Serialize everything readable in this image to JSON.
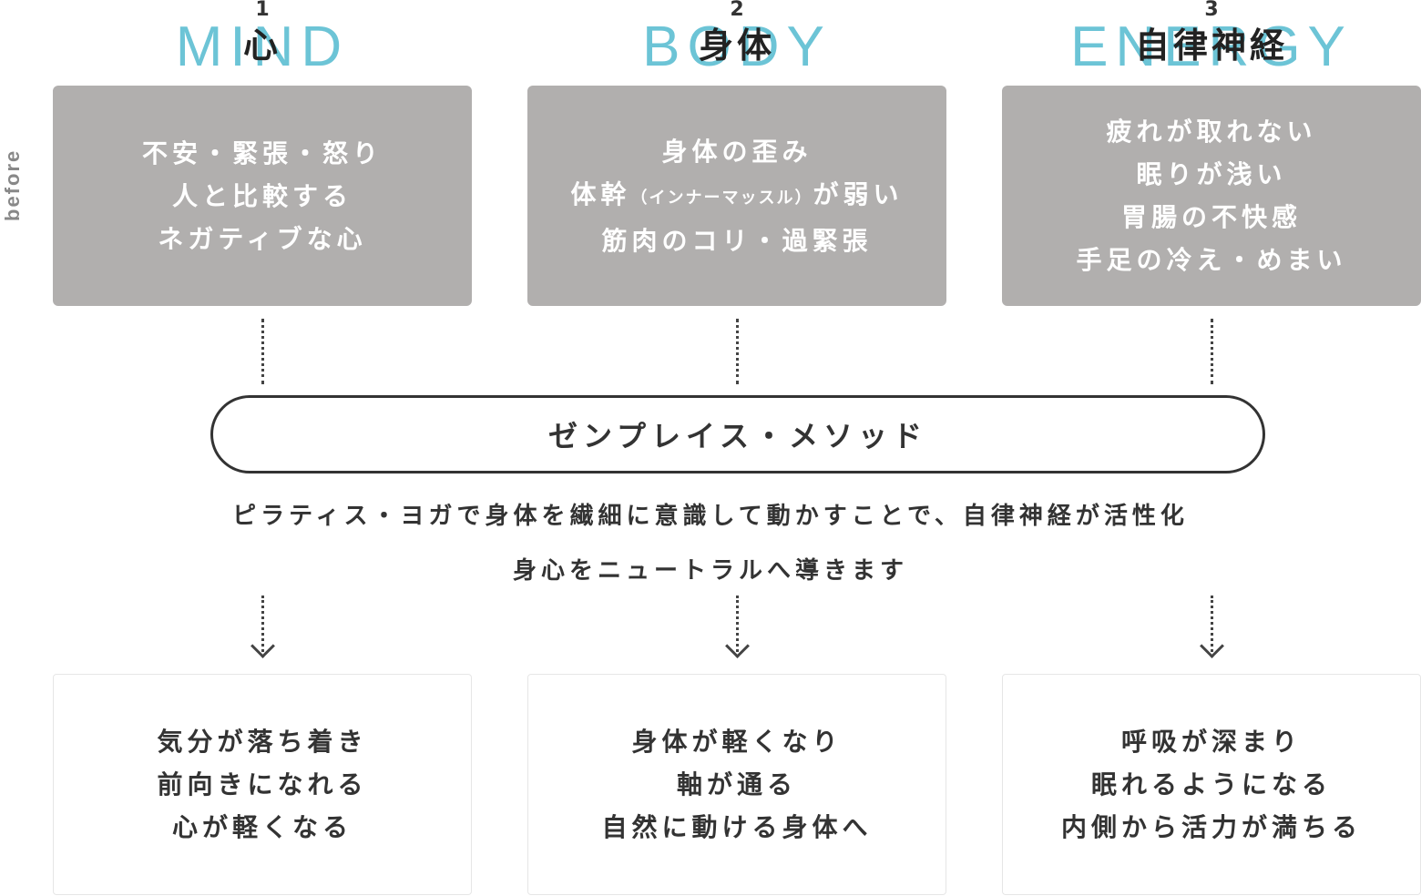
{
  "side_label": "before",
  "columns": [
    {
      "number": "1",
      "english": "MIND",
      "japanese": "心",
      "before_lines": [
        "不安・緊張・怒り",
        "人と比較する",
        "ネガティブな心"
      ],
      "after_lines": [
        "気分が落ち着き",
        "前向きになれる",
        "心が軽くなる"
      ]
    },
    {
      "number": "2",
      "english": "BODY",
      "japanese": "身体",
      "before_lines": [
        "身体の歪み",
        "体幹",
        "（インナーマッスル）",
        "が弱い",
        "筋肉のコリ・過緊張"
      ],
      "after_lines": [
        "身体が軽くなり",
        "軸が通る",
        "自然に動ける身体へ"
      ]
    },
    {
      "number": "3",
      "english": "ENERGY",
      "japanese": "自律神経",
      "before_lines": [
        "疲れが取れない",
        "眠りが浅い",
        "胃腸の不快感",
        "手足の冷え・めまい"
      ],
      "after_lines": [
        "呼吸が深まり",
        "眠れるようになる",
        "内側から活力が満ちる"
      ]
    }
  ],
  "method": {
    "name": "ゼンプレイス・メソッド",
    "description_line1": "ピラティス・ヨガで身体を繊細に意識して動かすことで、自律神経が活性化",
    "description_line2": "身心をニュートラルへ導きます"
  },
  "colors": {
    "accent": "#6cc4d6",
    "before_box": "#b1afae",
    "text": "#333333"
  }
}
